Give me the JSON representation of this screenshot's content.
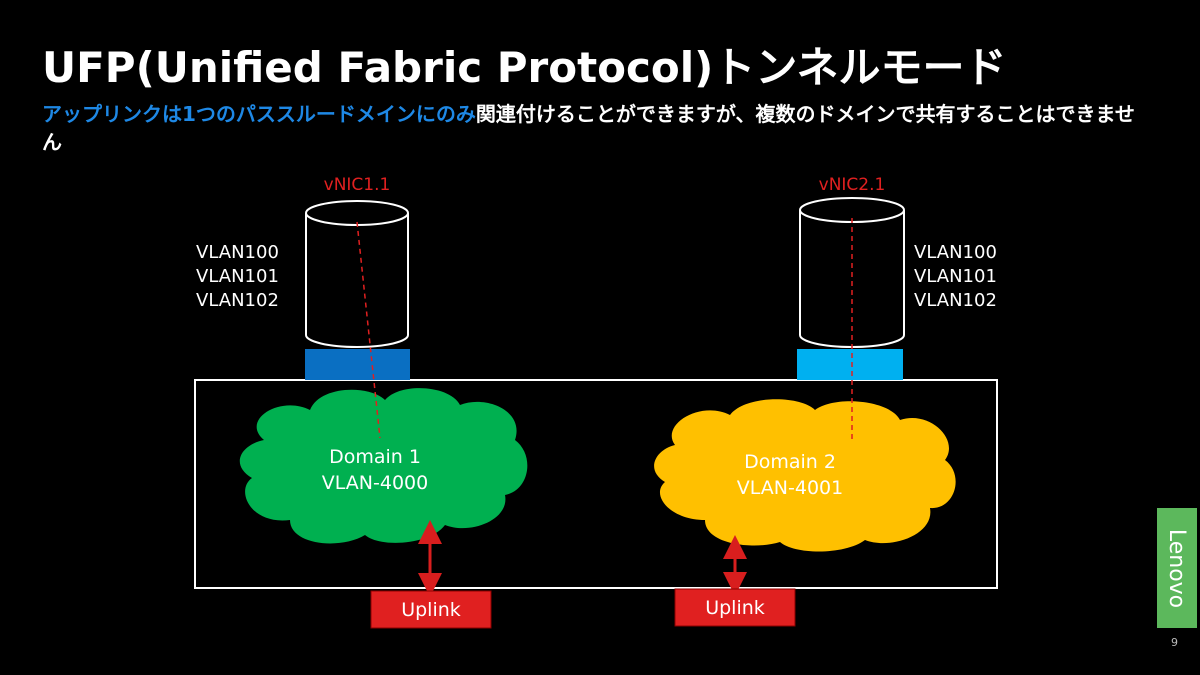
{
  "title": "UFP(Unified Fabric Protocol)トンネルモード",
  "subtitle": {
    "highlight": "アップリンクは1つのパススルードメインにのみ",
    "rest": "関連付けることができますが、複数のドメインで共有することはできません"
  },
  "diagram": {
    "left": {
      "vnic_label": "vNIC1.1",
      "vlans": [
        "VLAN100",
        "VLAN101",
        "VLAN102"
      ],
      "port_color": "#0a6fc2",
      "domain_name": "Domain 1",
      "domain_vlan": "VLAN-4000",
      "cloud_color": "#00b050",
      "uplink_label": "Uplink"
    },
    "right": {
      "vnic_label": "vNIC2.1",
      "vlans": [
        "VLAN100",
        "VLAN101",
        "VLAN102"
      ],
      "port_color": "#00b0f0",
      "domain_name": "Domain 2",
      "domain_vlan": "VLAN-4001",
      "cloud_color": "#ffc000",
      "uplink_label": "Uplink"
    }
  },
  "colors": {
    "vnic_label": "#e02020",
    "uplink_box": "#e02020",
    "arrow": "#d81e1e",
    "dashed_line": "#e02020",
    "highlight": "#1e88e5"
  },
  "logo": "Lenovo",
  "page_number": "9"
}
